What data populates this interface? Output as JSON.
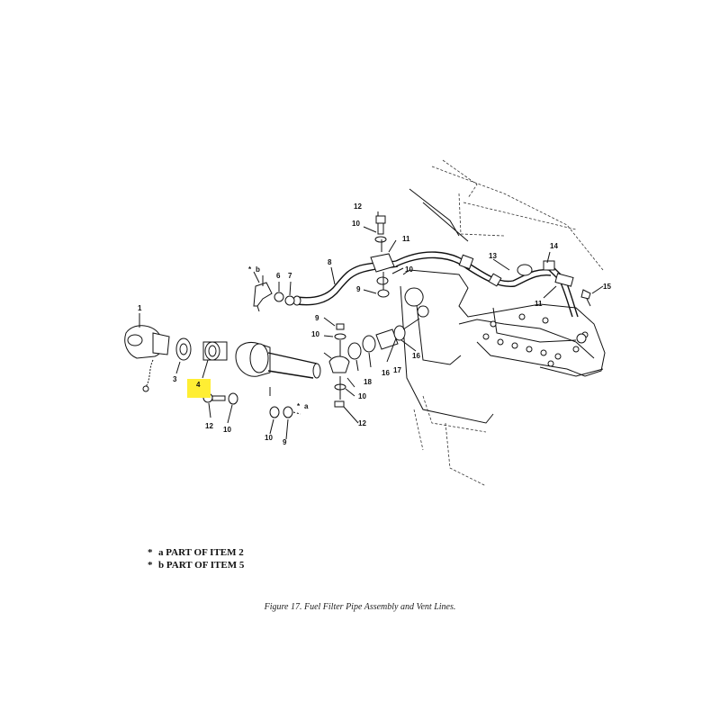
{
  "figure": {
    "caption": "Figure 17. Fuel Filter Pipe Assembly and Vent Lines.",
    "callouts": {
      "c1": "1",
      "c3": "3",
      "c4": "4",
      "c6": "6",
      "c7": "7",
      "c8": "8",
      "c9a": "9",
      "c9b": "9",
      "c9c": "9",
      "c10a": "10",
      "c10b": "10",
      "c10c": "10",
      "c10d": "10",
      "c10e": "10",
      "c10f": "10",
      "c11a": "11",
      "c11b": "11",
      "c12a": "12",
      "c12b": "12",
      "c12c": "12",
      "c13": "13",
      "c14": "14",
      "c15": "15",
      "c16a": "16",
      "c16b": "16",
      "c17": "17",
      "c18": "18",
      "ca": "a",
      "cb": "b"
    },
    "highlighted_callout": "4",
    "highlight_color": "#ffee33"
  },
  "notes": [
    {
      "marker": "*",
      "text": "a  PART OF ITEM  2"
    },
    {
      "marker": "*",
      "text": "b  PART OF ITEM  5"
    }
  ]
}
